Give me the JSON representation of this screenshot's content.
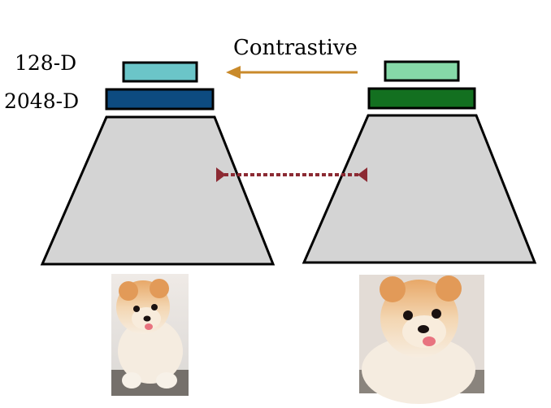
{
  "labels": {
    "dim_small": "128-D",
    "dim_large": "2048-D",
    "contrastive": "Contrastive"
  },
  "colors": {
    "left_projection": "#6bc5c8",
    "left_backbone_output": "#0d4b80",
    "right_projection": "#86d9a8",
    "right_backbone_output": "#137020",
    "encoder_fill": "#d4d4d4",
    "contrastive_arrow": "#c98a2b",
    "shared_weights_line": "#8c2a33"
  },
  "icons": {
    "left_image": "pomeranian-dog-sitting",
    "right_image": "pomeranian-dog-closeup"
  }
}
